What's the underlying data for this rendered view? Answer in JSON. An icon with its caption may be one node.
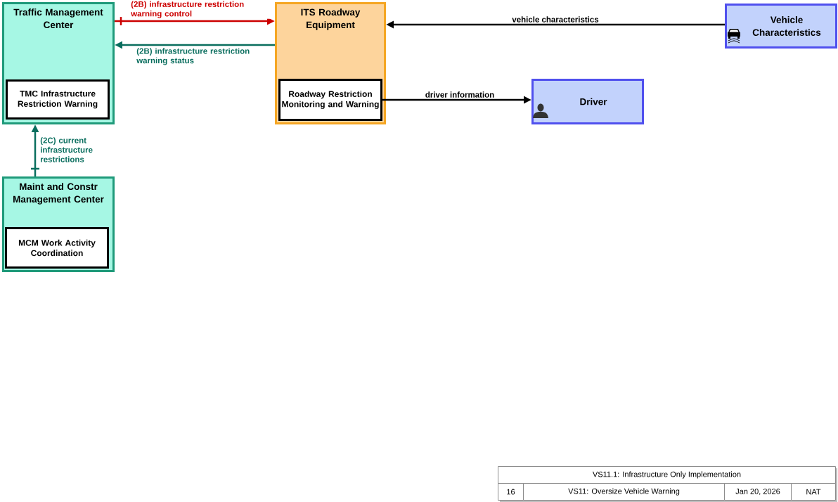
{
  "diagram": {
    "nodes": [
      {
        "text": [
          "Traffic Management Center"
        ]
      },
      {
        "text": [
          "TMC Infrastructure Restriction Warning"
        ],
        "in": 0
      },
      {
        "text": [
          "ITS Roadway Equipment"
        ]
      },
      {
        "text": [
          "Roadway Restriction Monitoring and Warning"
        ],
        "in": 2
      },
      {
        "text": [
          "Vehicle Characteristics"
        ]
      },
      {
        "text": [
          "Driver"
        ]
      },
      {
        "text": [
          "Maint and Constr Management Center"
        ]
      },
      {
        "text": [
          "MCM Work Activity Coordination"
        ],
        "in": 6
      }
    ],
    "edges": [
      {
        "from": 0,
        "to": 2,
        "arrow": "to",
        "label": "(2B) infrastructure restriction warning control",
        "color": "#cc0000"
      },
      {
        "from": 2,
        "to": 0,
        "arrow": "to",
        "label": "(2B) infrastructure restriction warning status",
        "color": "#0a6e5e"
      },
      {
        "from": 4,
        "to": 2,
        "arrow": "to",
        "label": "vehicle characteristics",
        "color": "#000000"
      },
      {
        "from": 3,
        "to": 5,
        "arrow": "to",
        "label": "driver information",
        "color": "#000000"
      },
      {
        "from": 6,
        "to": 0,
        "arrow": "to",
        "label": "(2C) current infrastructure restrictions",
        "color": "#0a6e5e"
      }
    ],
    "labels": [
      "VS11.1: Infrastructure Only Implementation",
      "16",
      "VS11: Oversize Vehicle Warning",
      "Jan 20, 2026",
      "NAT"
    ]
  }
}
